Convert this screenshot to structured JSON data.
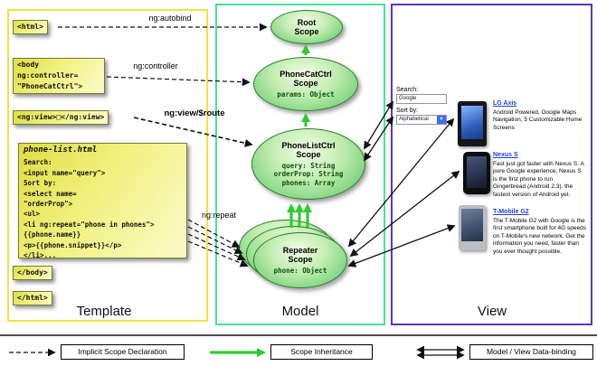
{
  "panels": {
    "template": {
      "label": "Template"
    },
    "model": {
      "label": "Model"
    },
    "view": {
      "label": "View"
    }
  },
  "template": {
    "html_open": "<html>",
    "body_open_lines": [
      "<body",
      "ng:controller=",
      "\"PhoneCatCtrl\">"
    ],
    "ng_view": "<ng:view>□</ng:view>",
    "phone_list": {
      "title": "phone-list.html",
      "lines": [
        "Search:",
        "<input name=\"query\">",
        "Sort by:",
        "<select name=",
        "\"orderProp\">",
        "<ul>",
        "<li ng:repeat=\"phone in phones\">",
        "{{phone.name}}",
        "<p>{{phone.snippet}}</p>",
        "</li>..."
      ]
    },
    "body_close": "</body>",
    "html_close": "</html>"
  },
  "model": {
    "root_scope": {
      "title": "Root Scope"
    },
    "phonecat_scope": {
      "title": "PhoneCatCtrl Scope",
      "props": [
        "params: Object"
      ]
    },
    "phonelist_scope": {
      "title": "PhoneListCtrl Scope",
      "props": [
        "query: String",
        "orderProp: String",
        "phones: Array"
      ]
    },
    "repeater_scope": {
      "title": "Repeater Scope",
      "props": [
        "phone: Object"
      ]
    }
  },
  "arrow_labels": {
    "autobind": "ng:autobind",
    "controller": "ng:controller",
    "view_route": "ng:view/$route",
    "repeat": "ng:repeat"
  },
  "view": {
    "search_label": "Search:",
    "search_value": "Google",
    "sort_label": "Sort by:",
    "sort_value": "Alphabetical",
    "dropdown_icon": "▾",
    "phones": [
      {
        "name": "LG Axis",
        "description": "Android Powered, Google Maps Navigation, 5 Customizable Home Screens"
      },
      {
        "name": "Nexus S",
        "description": "Fast just got faster with Nexus S. A pure Google experience, Nexus S is the first phone to run Gingerbread (Android 2.3), the fastest version of Android yet."
      },
      {
        "name": "T-Mobile G2",
        "description": "The T-Mobile G2 with Google is the first smartphone built for 4G speeds on T-Mobile's new network. Get the information you need, faster than you ever thought possible."
      }
    ]
  },
  "legend": {
    "items": [
      {
        "label": "Implicit Scope Declaration"
      },
      {
        "label": "Scope Inheritance"
      },
      {
        "label": "Model / View Data-binding"
      }
    ]
  },
  "colors": {
    "template_border": "#f2e33c",
    "model_border": "#43e597",
    "view_border": "#5a35c8",
    "inheritance_green": "#2ecc2e",
    "box_yellow": "#f1f180"
  }
}
